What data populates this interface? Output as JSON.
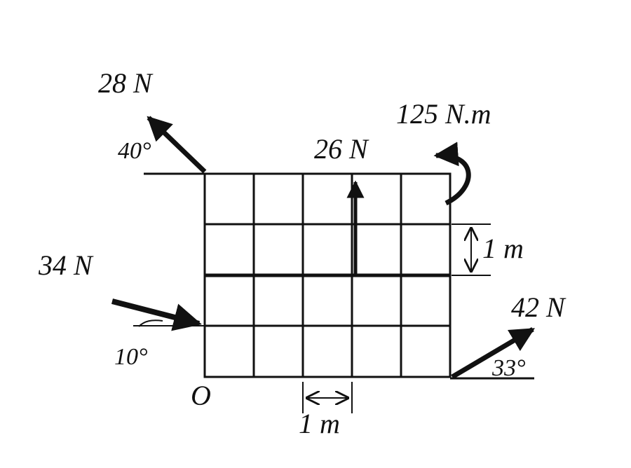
{
  "labels": {
    "force_top_left": "28 N",
    "angle_top_left": "40°",
    "force_top_center": "26 N",
    "moment": "125 N.m",
    "force_left": "34 N",
    "angle_left": "10°",
    "force_right": "42 N",
    "angle_right": "33°",
    "origin": "O",
    "dim_vertical": "1 m",
    "dim_horizontal": "1 m"
  },
  "grid": {
    "columns": 5,
    "rows": 4
  }
}
